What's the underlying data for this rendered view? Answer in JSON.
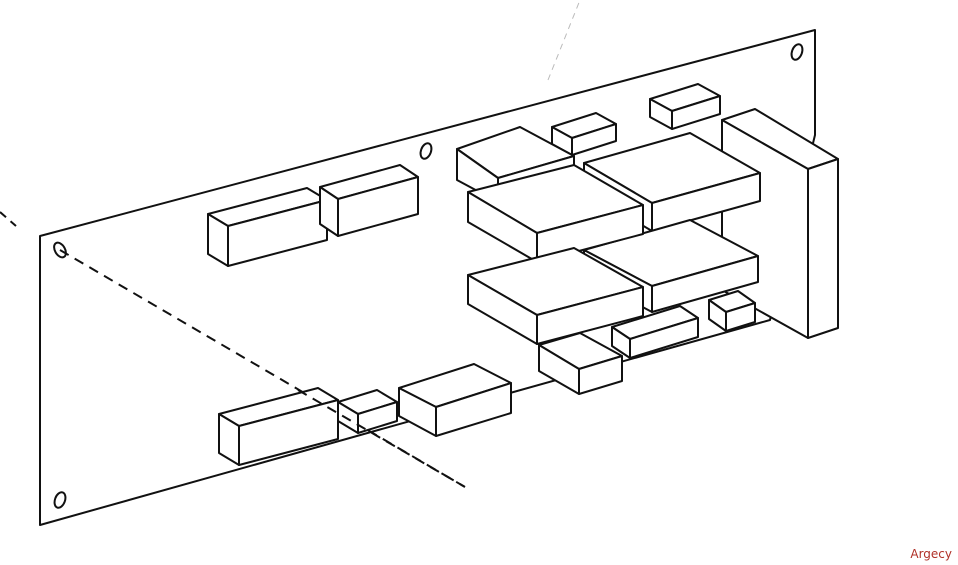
{
  "watermark": {
    "text": "Argecy"
  },
  "colors": {
    "stroke": "#111111",
    "fill": "#ffffff",
    "watermark": "#b03028"
  },
  "illustration": {
    "subject": "circuit-board-assembly",
    "components": [
      "relay-left",
      "relay-right",
      "chip-stack-top",
      "chip-stack-front-large",
      "chip-block-right-top",
      "chip-block-right-bottom",
      "chip-block-bottom-center",
      "small-chip-bottom-right",
      "small-chip-edge",
      "top-chip-small-1",
      "top-chip-small-2",
      "connector-block",
      "bottom-module-1",
      "bottom-module-2",
      "bottom-module-3",
      "bottom-small-chip"
    ],
    "mounting_holes": 4
  }
}
